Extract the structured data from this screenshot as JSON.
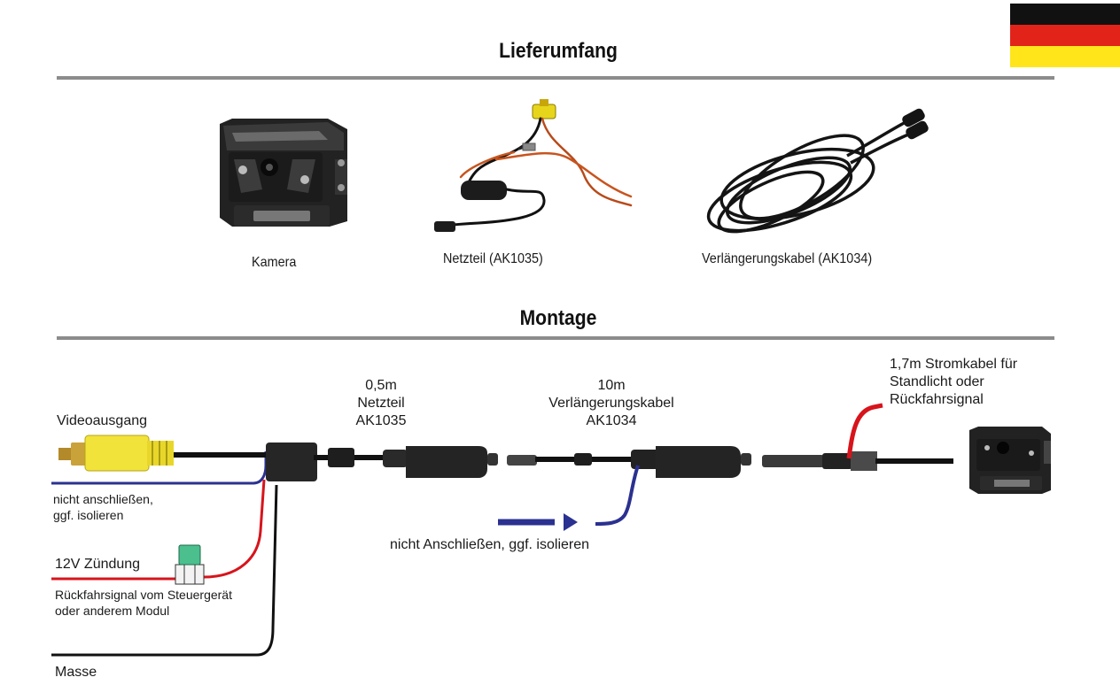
{
  "flag": {
    "colors": [
      "#111111",
      "#e2231a",
      "#ffe51a"
    ]
  },
  "headings": {
    "delivery": "Lieferumfang",
    "mounting": "Montage"
  },
  "items": [
    {
      "caption": "Kamera",
      "icon": "camera-icon"
    },
    {
      "caption": "Netzteil (AK1035)",
      "icon": "power-adapter-icon"
    },
    {
      "caption": "Verlängerungskabel (AK1034)",
      "icon": "extension-cable-icon"
    }
  ],
  "labels": {
    "video_out": "Videoausgang",
    "not_connect_1": "nicht anschließen,",
    "not_connect_2": "ggf. isolieren",
    "ignition": "12V Zündung",
    "reverse_1": "Rückfahrsignal vom Steuergerät",
    "reverse_2": "oder anderem Modul",
    "ground": "Masse",
    "adapter_1": "0,5m",
    "adapter_2": "Netzteil",
    "adapter_3": "AK1035",
    "ext_1": "10m",
    "ext_2": "Verlängerungskabel",
    "ext_3": "AK1034",
    "middle_note": "nicht Anschließen, ggf. isolieren",
    "power_1": "1,7m Stromkabel für",
    "power_2": "Standlicht oder",
    "power_3": "Rückfahrsignal"
  },
  "colors": {
    "red_wire": "#d7141c",
    "blue_wire": "#2b3190",
    "black_wire": "#111111",
    "yellow_plug": "#f2e33a",
    "rule": "#8c8c8c"
  }
}
